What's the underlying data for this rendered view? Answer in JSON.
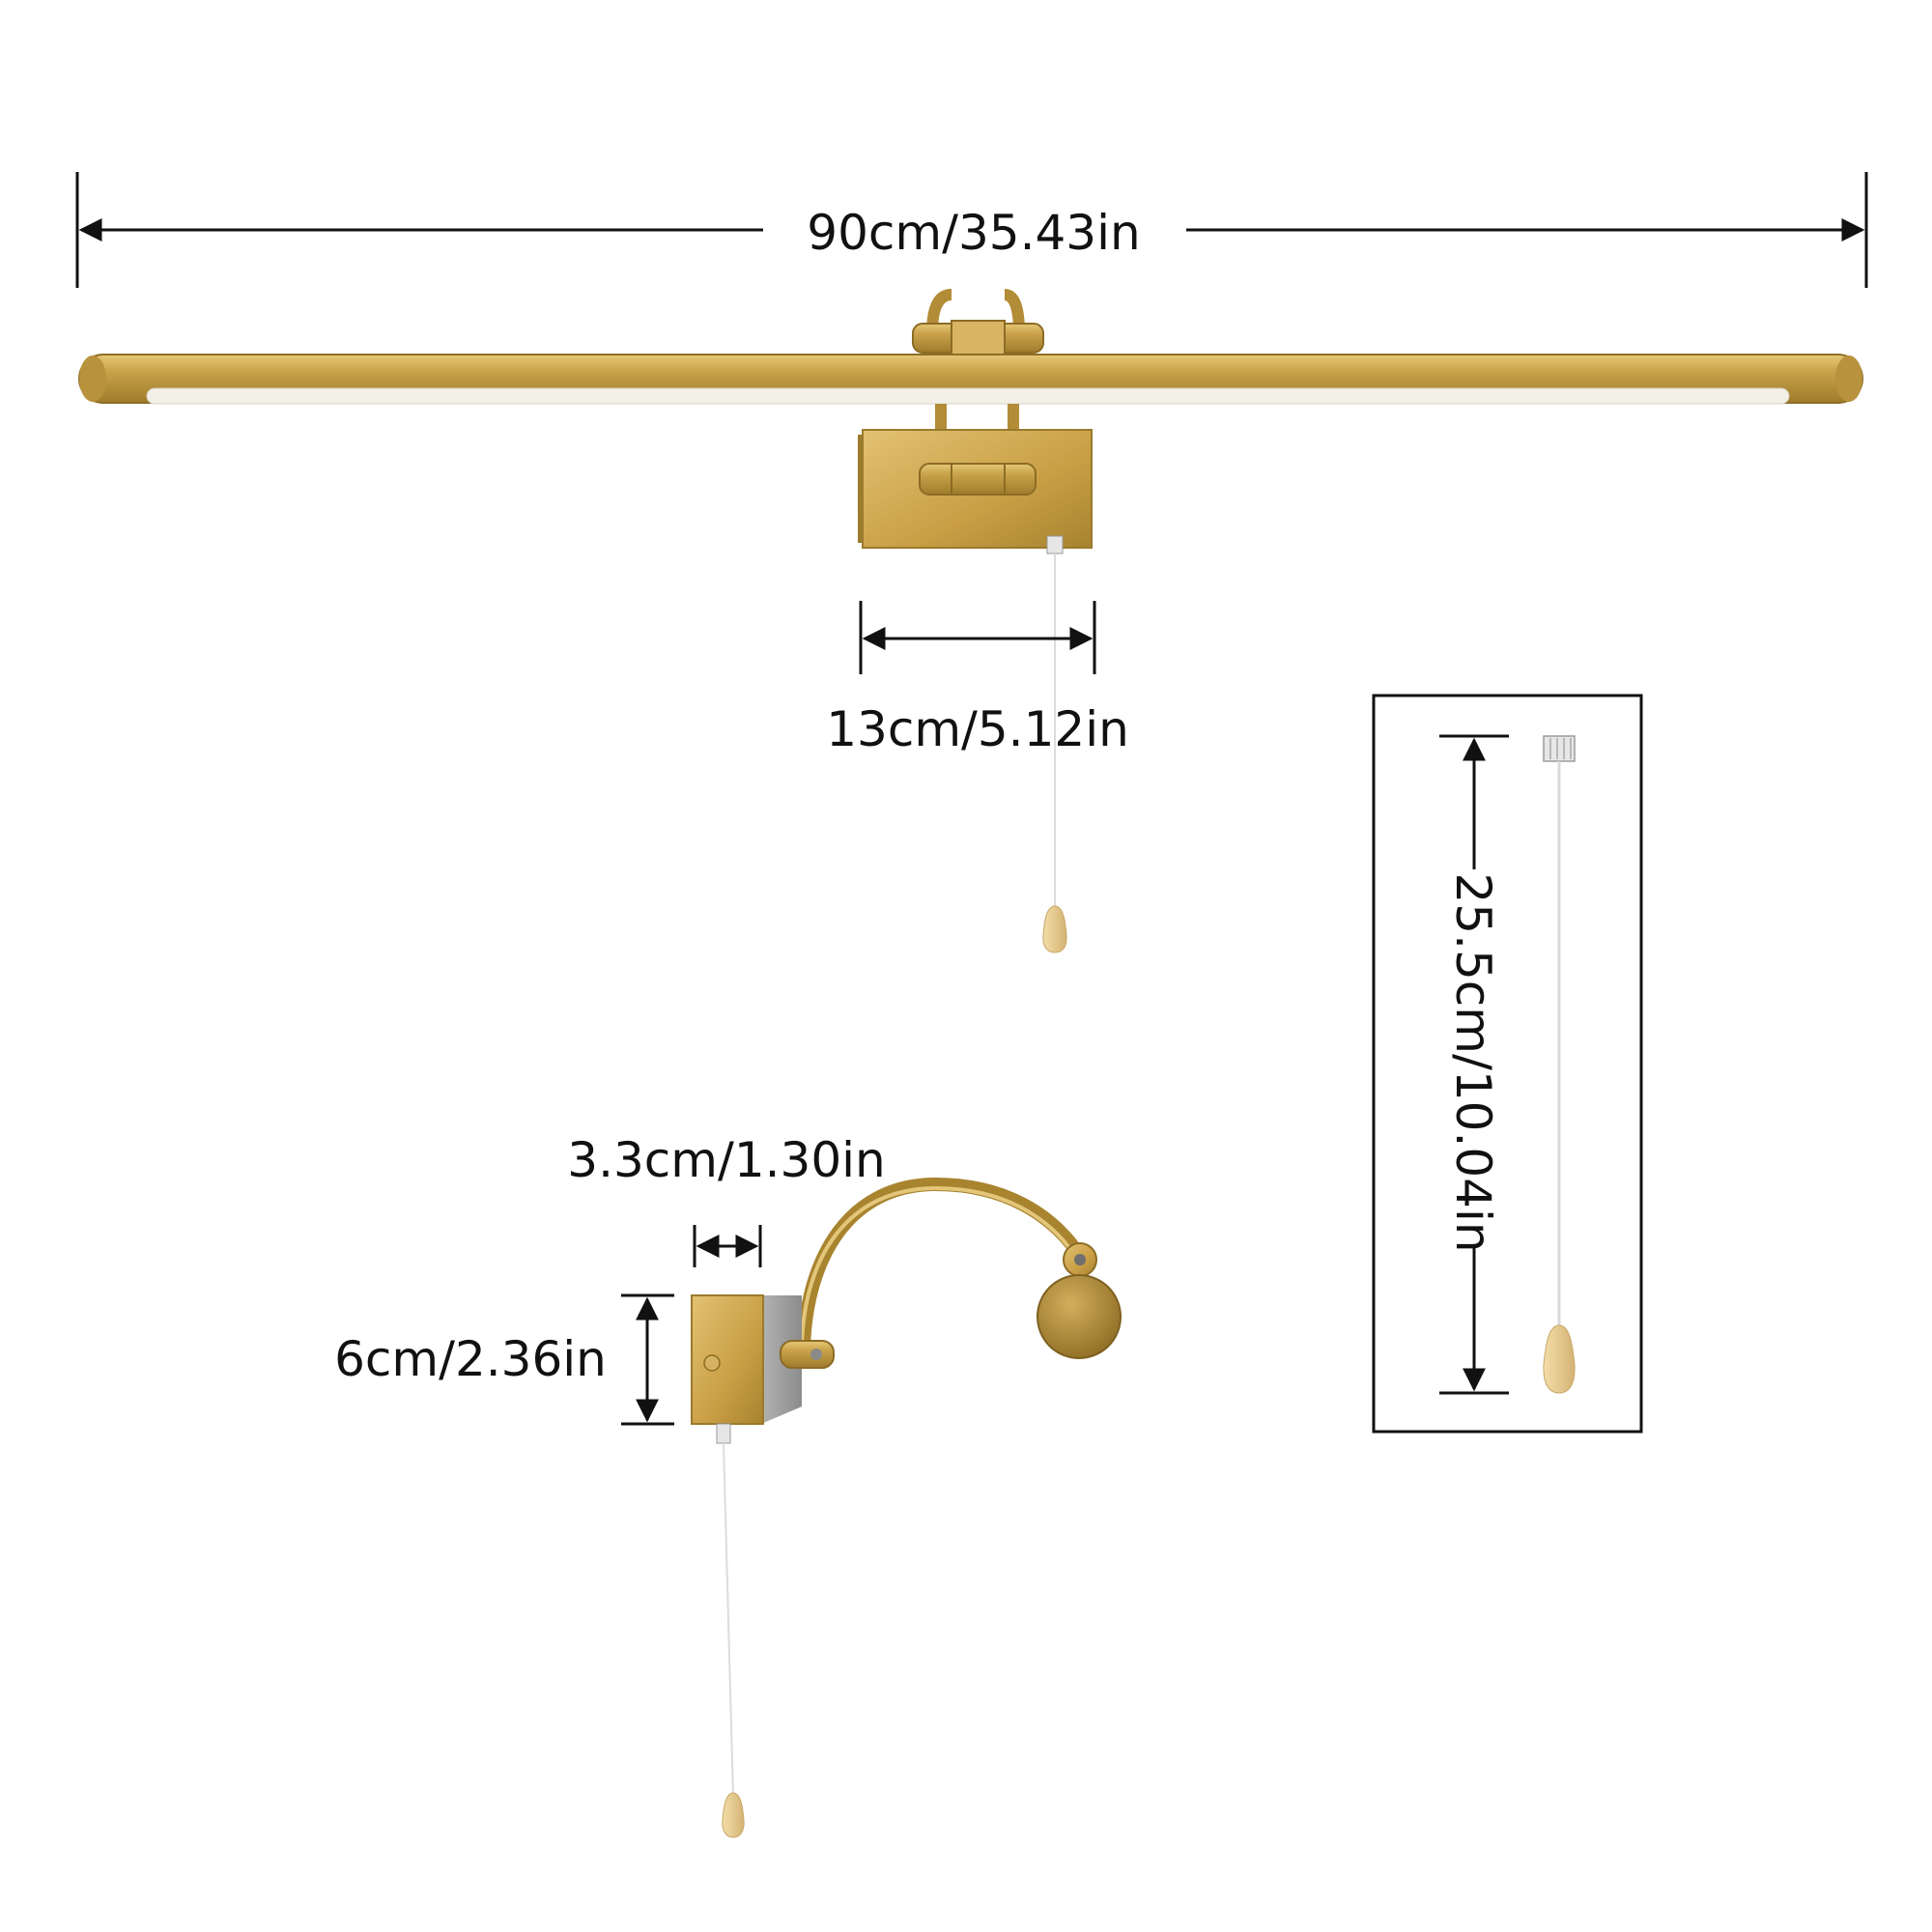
{
  "dimensions": {
    "total_length": "90cm/35.43in",
    "backplate_width": "13cm/5.12in",
    "pull_cord_length": "25.5cm/10.04in",
    "backplate_depth": "3.3cm/1.30in",
    "backplate_height": "6cm/2.36in"
  },
  "colors": {
    "brass": "#C9A24A",
    "brass_dark": "#A8842F",
    "brass_light": "#E3C67A",
    "led_diffuser": "#F4F1EA",
    "line": "#111111",
    "wood_bead": "#E9CF96",
    "cord": "#E4E4E4"
  }
}
